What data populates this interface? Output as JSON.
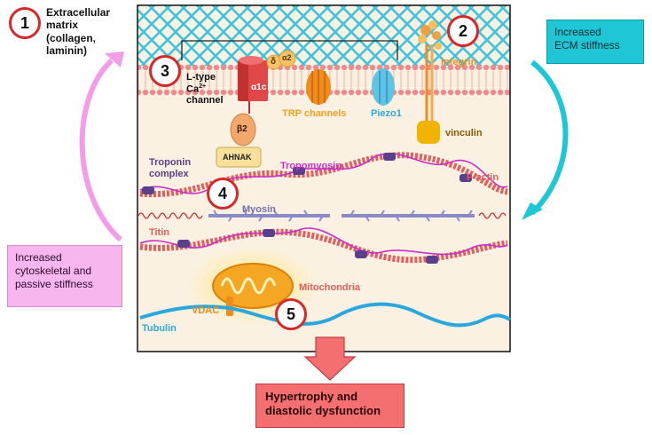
{
  "markers": [
    "1",
    "2",
    "3",
    "4",
    "5"
  ],
  "ecm_label": [
    "Extracellular",
    "matrix",
    "(collagen,",
    "laminin)"
  ],
  "ecm_stiffness_box": [
    "Increased",
    "ECM stiffness"
  ],
  "cyto_stiffness_box": [
    "Increased",
    "cytoskeletal and",
    "passive stiffness"
  ],
  "outcome_box": [
    "Hypertrophy and",
    "diastolic dysfunction"
  ],
  "labels": {
    "ltype_line1": "L-type",
    "ltype_ca": "Ca",
    "ltype_sup": "2+",
    "ltype_line3": "channel",
    "alpha1c": "α1c",
    "delta": "δ",
    "alpha2": "α2",
    "beta2": "β2",
    "ahnak": "AHNAK",
    "trp": "TRP channels",
    "piezo": "Piezo1",
    "integrin": "integrin",
    "vinculin": "vinculin",
    "troponin": [
      "Troponin",
      "complex"
    ],
    "tropomyosin": "Tropomyosin",
    "factin": "F-actin",
    "myosin": "Myosin",
    "titin": "Titin",
    "mito": "Mitochondria",
    "vdac": "VDAC",
    "tubulin": "Tubulin"
  },
  "colors": {
    "marker_border": "#d62828",
    "ecm_mesh": "#3fc4dc",
    "membrane": "#f3a0a0",
    "cytoplasm": "#fbf1e2",
    "tropomyosin": "#cc2fc6",
    "factin": "#e35d5d",
    "myosin": "#8a8ac8",
    "tubulin": "#2aa7dc",
    "vinculin": "#f0b400",
    "integrin": "#f08c1e",
    "mito": "#f5a623",
    "ecm_box": "#1fc6d6",
    "cyto_box": "#f7b6ee",
    "outcome_box": "#f46f6f"
  }
}
